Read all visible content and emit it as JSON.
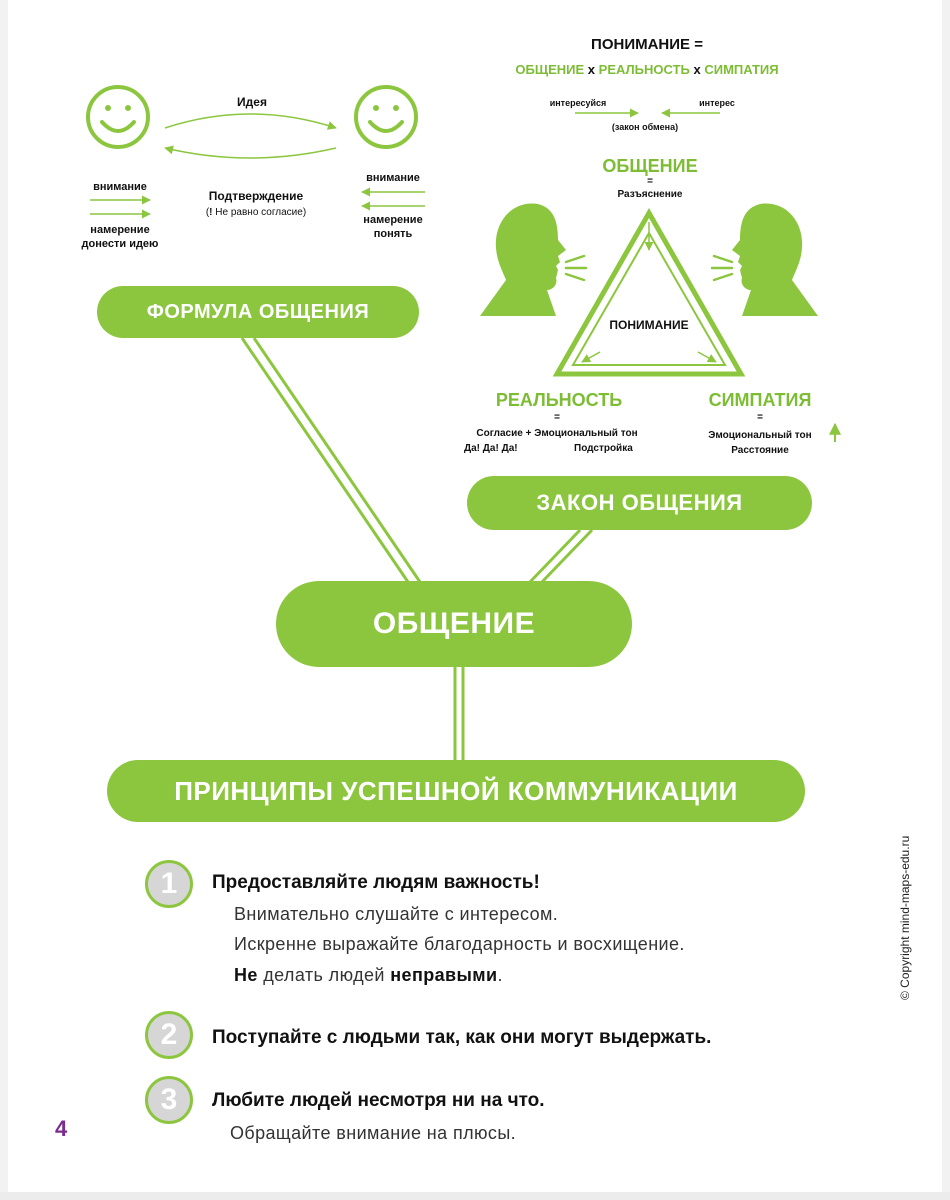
{
  "formula": {
    "idea_label": "Идея",
    "left_attention": "внимание",
    "left_intent_line1": "намерение",
    "left_intent_line2": "донести идею",
    "confirmation": "Подтверждение",
    "confirmation_note_mark": "!",
    "confirmation_note": "Не равно согласие",
    "right_attention": "внимание",
    "right_intent_line1": "намерение",
    "right_intent_line2": "понять",
    "title": "ФОРМУЛА ОБЩЕНИЯ"
  },
  "law": {
    "understanding_eq": "ПОНИМАНИЕ =",
    "term_communication": "ОБЩЕНИЕ",
    "times": "x",
    "term_reality": "РЕАЛЬНОСТЬ",
    "term_sympathy": "СИМПАТИЯ",
    "be_interested": "интересуйся",
    "interest": "интерес",
    "exchange_law": "(закон обмена)",
    "top_label": "ОБЩЕНИЕ",
    "equals": "=",
    "explanation": "Разъяснение",
    "center_label": "ПОНИМАНИЕ",
    "reality_label": "РЕАЛЬНОСТЬ",
    "reality_line1": "Согласие + Эмоциональный тон",
    "reality_line2a": "Да! Да! Да!",
    "reality_line2b": "Подстройка",
    "sympathy_label": "СИМПАТИЯ",
    "sympathy_line1": "Эмоциональный тон",
    "sympathy_line2": "Расстояние",
    "title": "ЗАКОН ОБЩЕНИЯ"
  },
  "center": {
    "title": "ОБЩЕНИЕ"
  },
  "principles": {
    "title": "ПРИНЦИПЫ УСПЕШНОЙ КОММУНИКАЦИИ",
    "items": [
      {
        "number": "1",
        "heading": "Предоставляйте людям важность!",
        "line1": "Внимательно слушайте с интересом.",
        "line2": "Искренне выражайте благодарность и восхищение.",
        "line3_bold1": "Не",
        "line3_mid": "делать людей",
        "line3_bold2": "неправыми",
        "line3_end": "."
      },
      {
        "number": "2",
        "heading": "Поступайте с людьми так, как они могут выдержать."
      },
      {
        "number": "3",
        "heading": "Любите людей несмотря ни на что.",
        "line1": "Обращайте внимание на плюсы."
      }
    ]
  },
  "page_number": "4",
  "copyright": "© Copyright mind-maps-edu.ru",
  "colors": {
    "accent": "#8cc63f",
    "accent_text": "#7cbd34",
    "page_number": "#7b2d8e"
  },
  "icons": [
    "smiley-face-icon",
    "speaking-head-icon",
    "arrow-right-icon",
    "arrow-left-icon",
    "arrow-up-icon"
  ]
}
